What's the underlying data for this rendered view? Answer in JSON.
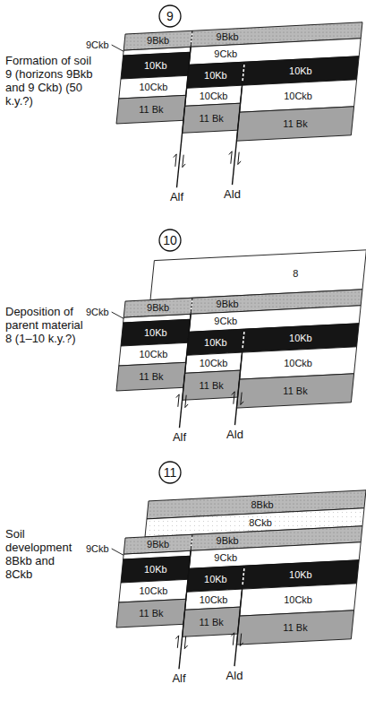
{
  "diagram": {
    "nodes": [
      {
        "text": [
          "9"
        ]
      },
      {
        "text": [
          "9Bkb"
        ]
      },
      {
        "text": [
          "9Bkb"
        ]
      },
      {
        "text": [
          "9Ckb"
        ]
      },
      {
        "text": [
          "10Kb"
        ]
      },
      {
        "text": [
          "10Kb"
        ]
      },
      {
        "text": [
          "10Kb"
        ]
      },
      {
        "text": [
          "10Ckb"
        ]
      },
      {
        "text": [
          "10Ckb"
        ]
      },
      {
        "text": [
          "10Ckb"
        ]
      },
      {
        "text": [
          "11 Bk"
        ]
      },
      {
        "text": [
          "11 Bk"
        ]
      },
      {
        "text": [
          "11 Bk"
        ]
      },
      {
        "text": [
          "10"
        ]
      },
      {
        "text": [
          "8"
        ]
      },
      {
        "text": [
          "9Bkb"
        ]
      },
      {
        "text": [
          "9Bkb"
        ]
      },
      {
        "text": [
          "9Ckb"
        ]
      },
      {
        "text": [
          "10Kb"
        ]
      },
      {
        "text": [
          "10Kb"
        ]
      },
      {
        "text": [
          "10Kb"
        ]
      },
      {
        "text": [
          "10Ckb"
        ]
      },
      {
        "text": [
          "10Ckb"
        ]
      },
      {
        "text": [
          "10Ckb"
        ]
      },
      {
        "text": [
          "11 Bk"
        ]
      },
      {
        "text": [
          "11 Bk"
        ]
      },
      {
        "text": [
          "11 Bk"
        ]
      },
      {
        "text": [
          "11"
        ]
      },
      {
        "text": [
          "8Bkb"
        ]
      },
      {
        "text": [
          "8Ckb"
        ]
      },
      {
        "text": [
          "9Bkb"
        ]
      },
      {
        "text": [
          "9Bkb"
        ]
      },
      {
        "text": [
          "9Ckb"
        ]
      },
      {
        "text": [
          "10Kb"
        ]
      },
      {
        "text": [
          "10Kb"
        ]
      },
      {
        "text": [
          "10Kb"
        ]
      },
      {
        "text": [
          "10Ckb"
        ]
      },
      {
        "text": [
          "10Ckb"
        ]
      },
      {
        "text": [
          "10Ckb"
        ]
      },
      {
        "text": [
          "11 Bk"
        ]
      },
      {
        "text": [
          "11 Bk"
        ]
      },
      {
        "text": [
          "11 Bk"
        ]
      }
    ],
    "labels": [
      "Formation of soil 9 (horizons 9Bkb and 9 Ckb) (50 k.y.?)",
      "9Ckb",
      "Alf",
      "Ald",
      "Deposition of parent material 8 (1–10 k.y.?)",
      "9Ckb",
      "Alf",
      "Ald",
      "Soil development 8Bkb and 8Ckb",
      "9Ckb",
      "Alf",
      "Ald"
    ]
  }
}
